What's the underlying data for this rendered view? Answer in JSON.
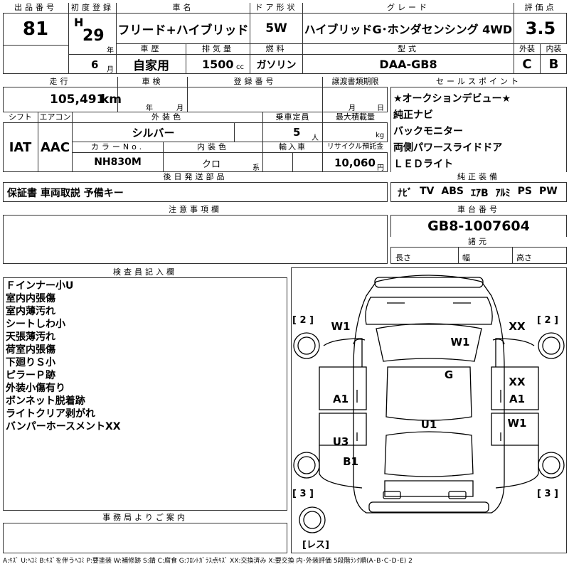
{
  "header": {
    "lot_label": "出品番号",
    "lot_value": "81",
    "firstreg_label": "初度登録",
    "era_letter": "H",
    "year_value": "29",
    "year_unit": "年",
    "month_value": "6",
    "month_unit": "月",
    "carname_label": "車名",
    "carname_value": "フリード+ハイブリッド",
    "door_label": "ドア形状",
    "door_value": "5W",
    "grade_label": "グレード",
    "grade_value": "ハイブリッドG･ホンダセンシング 4WD",
    "score_label": "評価点",
    "score_value": "3.5",
    "history_label": "車歴",
    "history_value": "自家用",
    "displacement_label": "排気量",
    "displacement_value": "1500",
    "displacement_unit": "cc",
    "fuel_label": "燃料",
    "fuel_value": "ガソリン",
    "model_label": "型式",
    "model_value": "DAA-GB8",
    "exterior_label": "外装",
    "exterior_value": "C",
    "interior_label": "内装",
    "interior_value": "B"
  },
  "specs": {
    "mileage_label": "走行",
    "mileage_value": "105,491",
    "mileage_unit": "km",
    "inspection_label": "車検",
    "inspection_year_unit": "年",
    "inspection_month_unit": "月",
    "regno_label": "登録番号",
    "transfer_label": "譲渡書類期限",
    "transfer_month_unit": "月",
    "transfer_day_unit": "日",
    "shift_label": "シフト",
    "shift_value": "IAT",
    "ac_label": "エアコン",
    "ac_value": "AAC",
    "color_label": "外装色",
    "color_value": "シルバー",
    "capacity_label": "乗車定員",
    "capacity_value": "5",
    "capacity_unit": "人",
    "maxload_label": "最大積載量",
    "maxload_unit": "kg",
    "colorno_label": "カラーNo.",
    "colorno_value": "NH830M",
    "intcolor_label": "内装色",
    "intcolor_value": "クロ",
    "intcolor_unit": "系",
    "import_label": "輸入車",
    "recycle_label": "リサイクル預託金",
    "recycle_value": "10,060",
    "recycle_unit": "円",
    "later_label": "後日発送部品",
    "later_value": "保証書 車両取説 予備キー"
  },
  "sales": {
    "label": "セールスポイント",
    "points": [
      "★オークションデビュー★",
      "純正ナビ",
      "バックモニター",
      "両側パワースライドドア",
      "ＬＥＤライト"
    ]
  },
  "equipment": {
    "label": "純正装備",
    "items": [
      "ﾅﾋﾞ",
      "TV",
      "ABS",
      "ｴｱB",
      "ｱﾙﾐ",
      "PS",
      "PW"
    ]
  },
  "notes": {
    "label": "注意事項欄"
  },
  "chassis": {
    "label": "車台番号",
    "value": "GB8-1007604",
    "dims_label": "諸元",
    "length_label": "長さ",
    "width_label": "幅",
    "height_label": "高さ"
  },
  "inspector": {
    "label": "検査員記入欄",
    "lines": [
      "Ｆインナー小U",
      "室内内張傷",
      "室内薄汚れ",
      "シートしわ小",
      "天張薄汚れ",
      "荷室内張傷",
      "下廻りＳ小",
      "ピラーＰ跡",
      "外装小傷有り",
      "ボンネット脱着跡",
      "ライトクリア剥がれ",
      "バンパーホースメントXX"
    ]
  },
  "office": {
    "label": "事務局よりご案内"
  },
  "diagram": {
    "marks": [
      "W1",
      "XX",
      "W1",
      "G",
      "A1",
      "XX",
      "A1",
      "U1",
      "W1",
      "U3",
      "B1"
    ],
    "tire_labels": [
      "[ 2 ]",
      "[ 2 ]",
      "[ 3 ]",
      "[ 3 ]",
      "[レス]"
    ]
  },
  "legend": "A:ｷｽﾞ U:ﾍｺﾐ B:ｷｽﾞを伴うﾍｺﾐ P:要塗装 W:補修跡 S:錆 C:腐食 G:ﾌﾛﾝﾄｶﾞﾗｽ点ｷｽﾞ XX:交換済み X:要交換 内･外装評価 5段階ﾗﾝｸ順(A･B･C･D･E) 2"
}
